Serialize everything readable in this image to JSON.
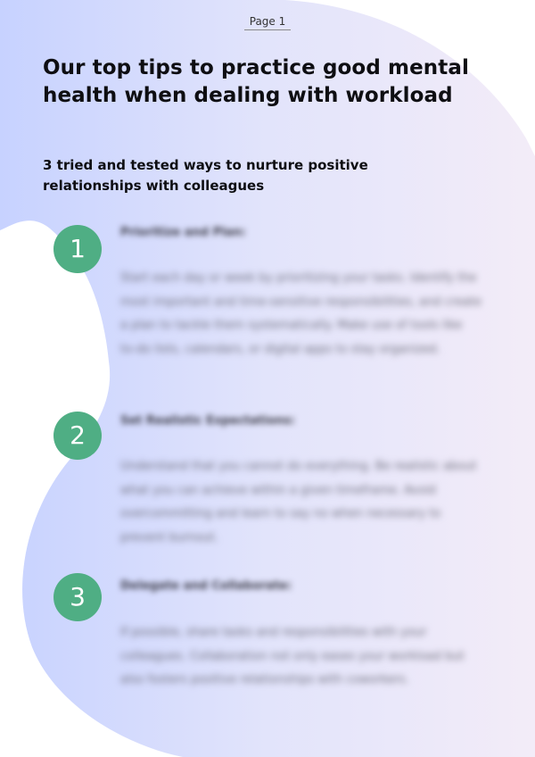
{
  "page": {
    "number_label": "Page 1"
  },
  "document": {
    "title": "Our top tips to practice good mental health when dealing with workload",
    "subtitle": "3 tried and tested ways to nurture positive relationships with colleagues"
  },
  "tips": [
    {
      "number": "1",
      "title": "Prioritize and Plan:",
      "body": "Start each day or week by prioritizing your tasks. Identify the most important and time-sensitive responsibilities, and create a plan to tackle them systematically. Make use of tools like to-do lists, calendars, or digital apps to stay organized."
    },
    {
      "number": "2",
      "title": "Set Realistic Expectations:",
      "body": "Understand that you cannot do everything. Be realistic about what you can achieve within a given timeframe. Avoid overcommitting and learn to say no when necessary to prevent burnout."
    },
    {
      "number": "3",
      "title": "Delegate and Collaborate:",
      "body": "If possible, share tasks and responsibilities with your colleagues. Collaboration not only eases your workload but also fosters positive relationships with coworkers."
    }
  ],
  "colors": {
    "badge": "#4fae84",
    "blob_left": "#c9d3ff",
    "blob_right": "#f1eaf8",
    "text": "#0e0e12"
  }
}
